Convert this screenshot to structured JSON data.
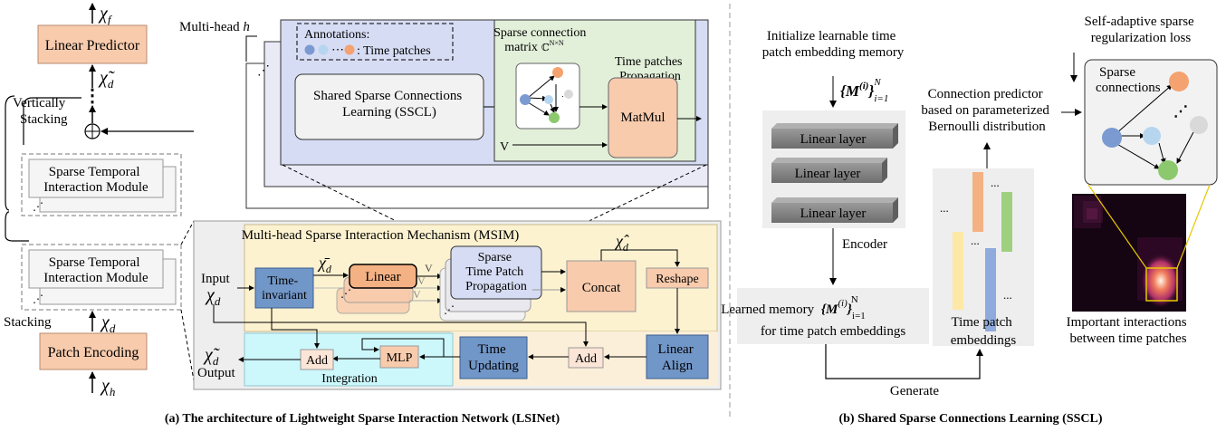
{
  "left": {
    "chi_f": "χ",
    "chi_f_sub": "f",
    "linear_predictor": "Linear Predictor",
    "chi_d_tilde_top": "χ̃",
    "chi_d_tilde_top_sub": "d",
    "vertically_stacking": "Vertically Stacking",
    "stacking": "Stacking",
    "stim_label": "Sparse Temporal Interaction Module",
    "chi_d_mid": "χ",
    "chi_d_mid_sub": "d",
    "patch_encoding": "Patch Encoding",
    "chi_h": "χ",
    "chi_h_sub": "h",
    "multihead_label": "Multi-head h",
    "annotations_title": "Annotations:",
    "annotations_time_patches": "Time patches",
    "sscl_box": "Shared Sparse Connections Learning (SSCL)",
    "sparse_matrix_label": "Sparse connection matrix",
    "sparse_matrix_sup": "ℂN×N",
    "time_patches_propagation": "Time patches Propagation",
    "v_label": "V",
    "matmul": "MatMul",
    "msim_title": "Multi-head Sparse Interaction Mechanism (MSIM)",
    "input_label": "Input",
    "chi_d_input": "χ",
    "chi_d_input_sub": "d",
    "time_invariant": "Time-invariant",
    "chi_d_bar": "χ̄",
    "chi_d_bar_sub": "d",
    "linear": "Linear",
    "v_small": "V",
    "sparse_tpp": "Sparse Time Patch Propagation",
    "concat": "Concat",
    "chi_d_hat": "χ̂",
    "chi_d_hat_sub": "d",
    "reshape": "Reshape",
    "linear_align": "Linear Align",
    "add": "Add",
    "mlp": "MLP",
    "time_updating": "Time Updating",
    "integration": "Integration",
    "output_label": "Output",
    "chi_d_out": "χ̃",
    "chi_d_out_sub": "d",
    "caption": "(a) The architecture of Lightweight Sparse Interaction Network (LSINet)"
  },
  "right": {
    "init_memory": "Initialize learnable time patch embedding memory",
    "memory_sym": "{M(i)}",
    "memory_sub": "i=1",
    "memory_sup": "N",
    "linear_layer": "Linear layer",
    "encoder": "Encoder",
    "learned_memory": "Learned memory",
    "learned_memory_line2": "for time patch embeddings",
    "generate": "Generate",
    "time_patch_embeddings": "Time patch embeddings",
    "ellipsis": "...",
    "connection_predictor": "Connection predictor based on parameterized Bernoulli distribution",
    "self_adaptive": "Self-adaptive sparse regularization loss",
    "sparse_connections": "Sparse connections",
    "important_interactions": "Important interactions between time patches",
    "caption": "(b) Shared Sparse Connections Learning (SSCL)"
  },
  "colors": {
    "orange_box": "#f8cbad",
    "blue_box": "#7196c8",
    "green_bg": "#e2efd9",
    "yellow_bg": "#fdf2d0",
    "cyan_bg": "#ccf7fb",
    "lavender": "#eaeaf7",
    "grey_panel": "#eeeeee",
    "node_orange": "#f4a270",
    "node_blue": "#7b9ad2",
    "node_lightblue": "#b6d5ef",
    "node_grey": "#d9d9d9",
    "node_green": "#8cc96e"
  }
}
